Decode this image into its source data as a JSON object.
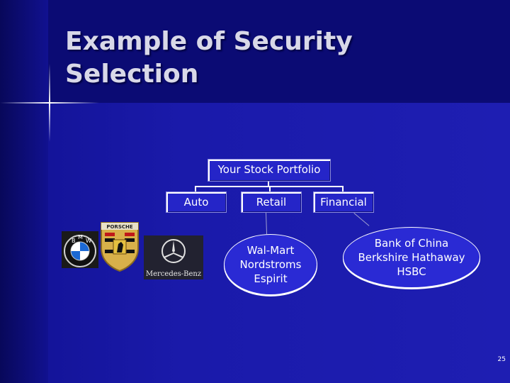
{
  "slide": {
    "title_line1": "Example of Security",
    "title_line2": "Selection",
    "page_number": "25"
  },
  "hierarchy": {
    "root": "Your Stock Portfolio",
    "categories": [
      "Auto",
      "Retail",
      "Financial"
    ]
  },
  "retail_examples": [
    "Wal-Mart",
    "Nordstroms",
    "Espirit"
  ],
  "financial_examples": [
    "Bank of China",
    "Berkshire Hathaway",
    "HSBC"
  ],
  "auto_logos": {
    "bmw_letters": [
      "B",
      "M",
      "W"
    ],
    "porsche_text": "PORSCHE",
    "mercedes_text": "Mercedes-Benz"
  },
  "colors": {
    "background": "#1a1aa0",
    "box_fill": "#2525c8",
    "title_text": "#d8d8e8"
  }
}
